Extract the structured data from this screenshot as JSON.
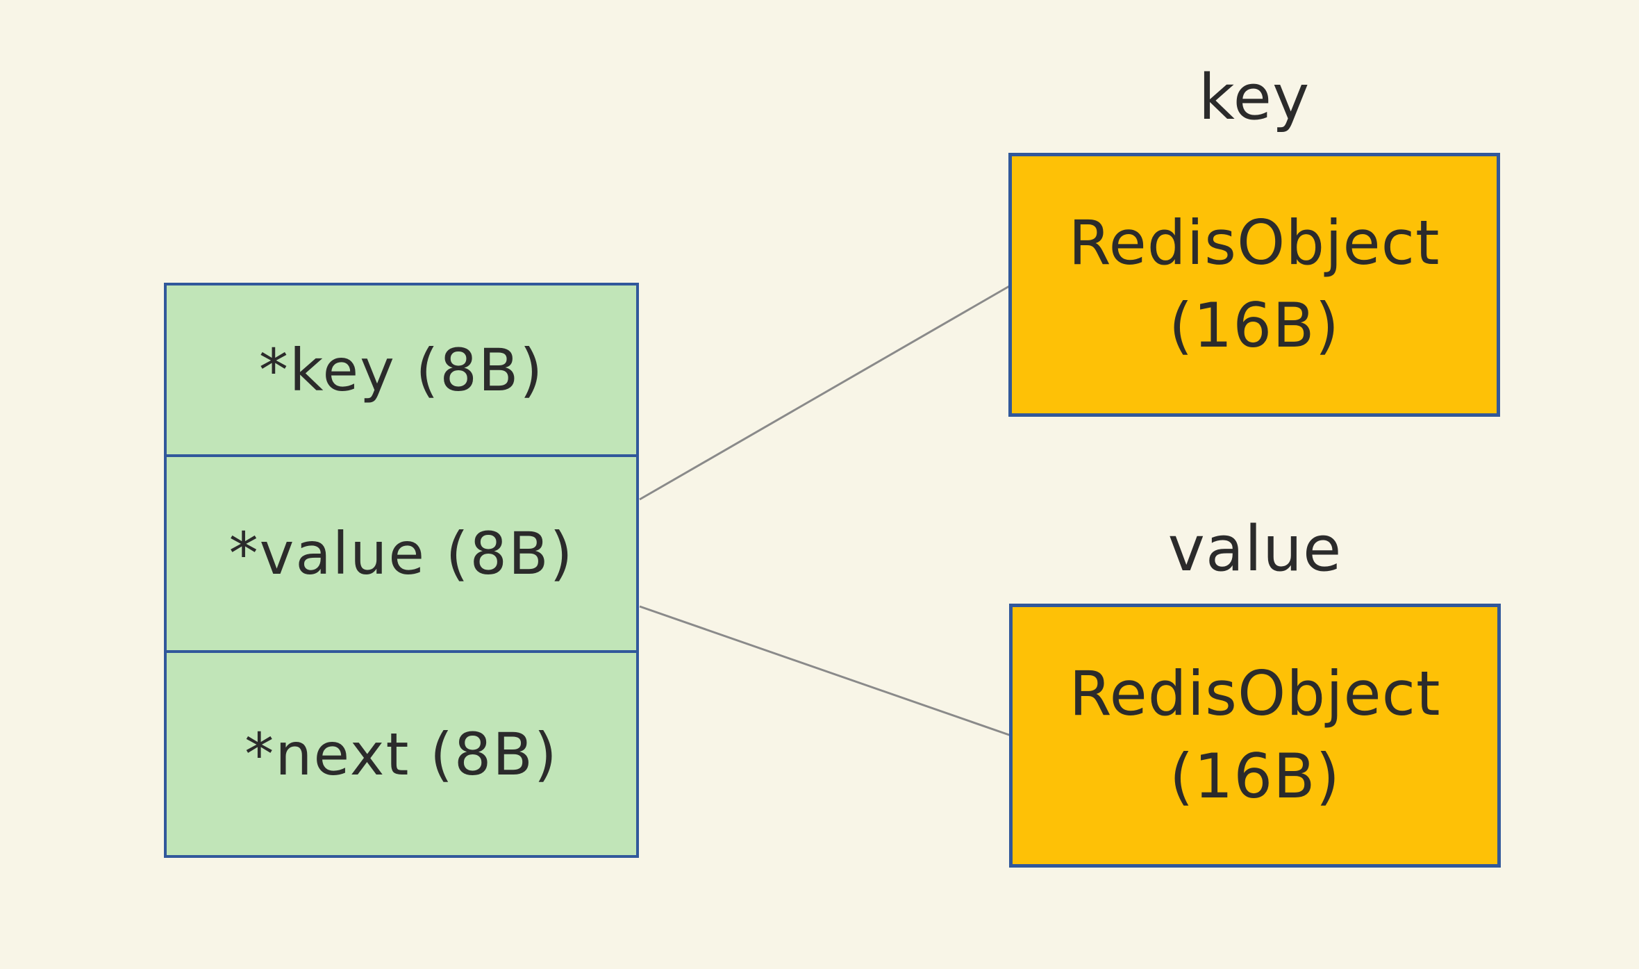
{
  "diagram": {
    "palette": {
      "background": "#F8F5E7",
      "struct_fill": "#C1E5B8",
      "object_fill": "#FEC106",
      "border_blue": "#31589B",
      "connector_gray": "#8A8A8A",
      "text_color": "#2B2B2B"
    },
    "entry_struct": {
      "cells": [
        {
          "label": "*key (8B)"
        },
        {
          "label": "*value (8B)"
        },
        {
          "label": "*next (8B)"
        }
      ]
    },
    "key_object": {
      "caption": "key",
      "title": "RedisObject",
      "size": "(16B)"
    },
    "value_object": {
      "caption": "value",
      "title": "RedisObject",
      "size": "(16B)"
    }
  }
}
